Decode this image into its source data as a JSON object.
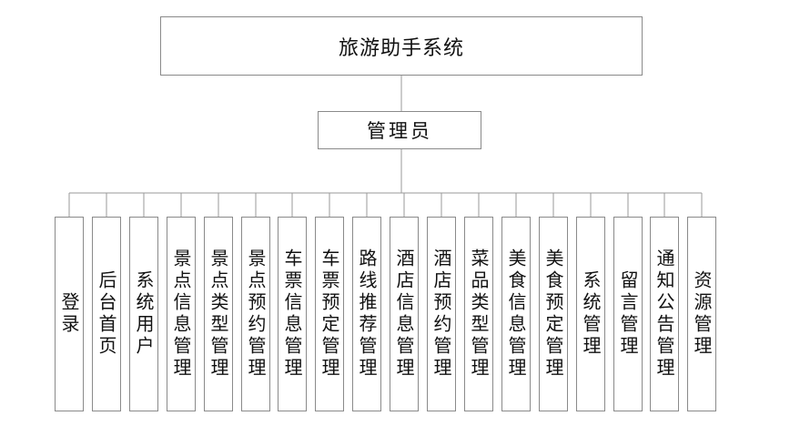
{
  "root": {
    "label": "旅游助手系统"
  },
  "admin": {
    "label": "管理员"
  },
  "modules": [
    "登录",
    "后台首页",
    "系统用户",
    "景点信息管理",
    "景点类型管理",
    "景点预约管理",
    "车票信息管理",
    "车票预定管理",
    "路线推荐管理",
    "酒店信息管理",
    "酒店预约管理",
    "菜品类型管理",
    "美食信息管理",
    "美食预定管理",
    "系统管理",
    "留言管理",
    "通知公告管理",
    "资源管理"
  ],
  "colors": {
    "line": "#9a9a9a",
    "border": "#8a8a8a"
  }
}
